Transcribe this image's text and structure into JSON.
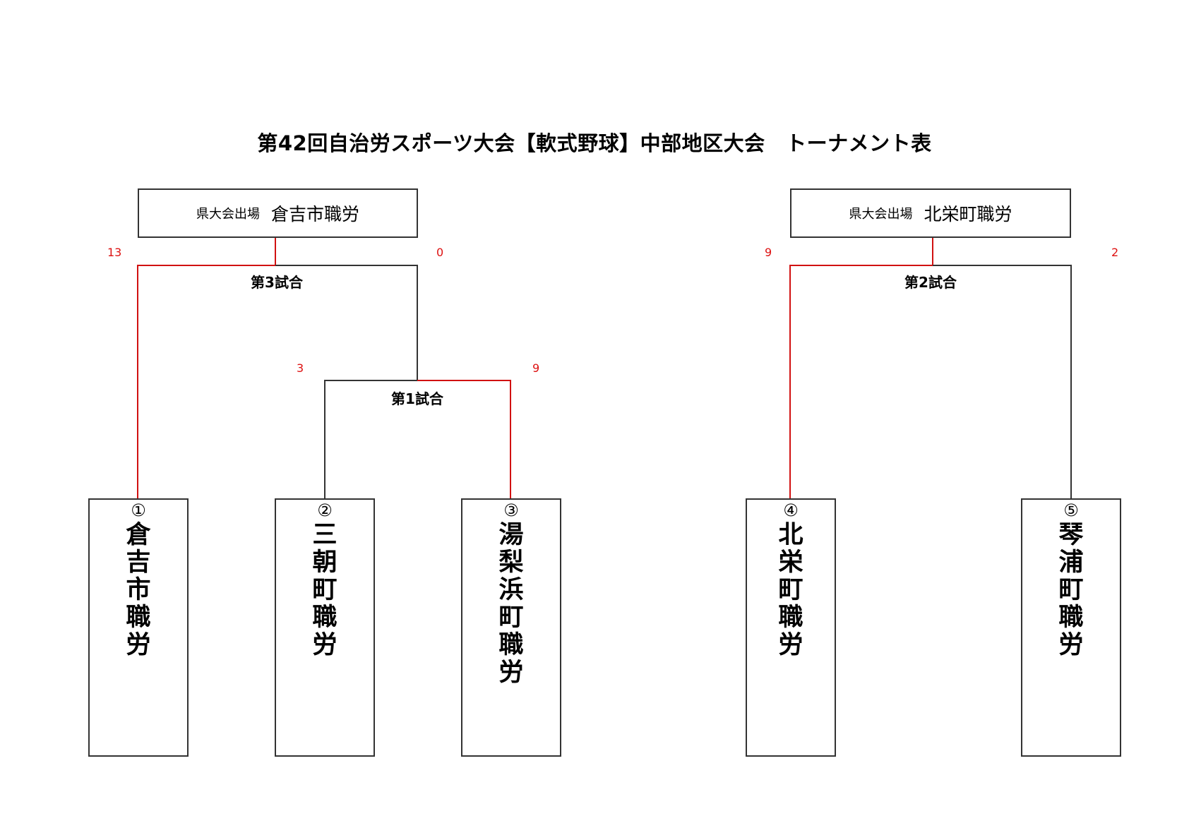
{
  "title": "第42回自治労スポーツ大会【軟式野球】中部地区大会　トーナメント表",
  "winners": {
    "left": {
      "label": "県大会出場",
      "name": "倉吉市職労"
    },
    "right": {
      "label": "県大会出場",
      "name": "北栄町職労"
    }
  },
  "matches": {
    "m1": "第1試合",
    "m2": "第2試合",
    "m3": "第3試合"
  },
  "scores": {
    "m3_left": "13",
    "m3_right": "0",
    "m1_left": "3",
    "m1_right": "9",
    "m2_left": "9",
    "m2_right": "2"
  },
  "teams": [
    {
      "num": "①",
      "name": "倉吉市職労"
    },
    {
      "num": "②",
      "name": "三朝町職労"
    },
    {
      "num": "③",
      "name": "湯梨浜町職労"
    },
    {
      "num": "④",
      "name": "北栄町職労"
    },
    {
      "num": "⑤",
      "name": "琴浦町職労"
    }
  ],
  "colors": {
    "win_line": "#d11111",
    "lose_line": "#333333",
    "score": "#d11111"
  }
}
